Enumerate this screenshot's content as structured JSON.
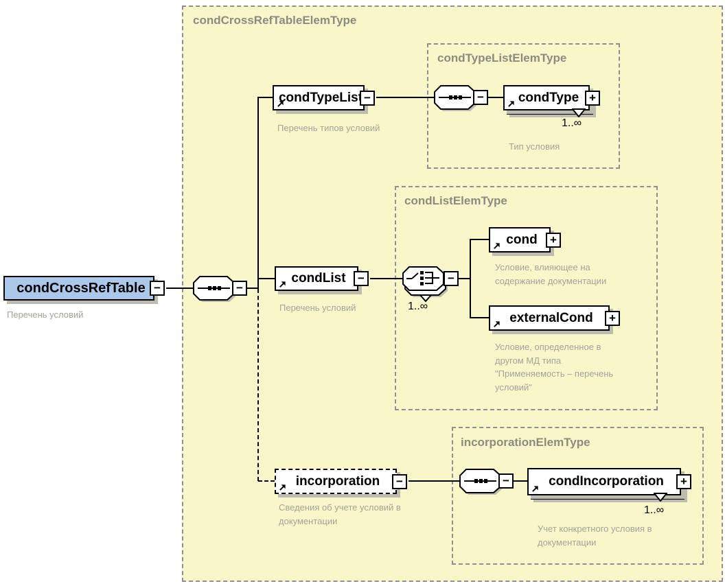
{
  "controls": {
    "collapse": "−",
    "expand": "+"
  },
  "root": {
    "name": "condCrossRefTable",
    "annotation": "Перечень условий"
  },
  "main_type": {
    "title": "condCrossRefTableElemType"
  },
  "cond_type_list": {
    "name": "condTypeList",
    "annotation": "Перечень типов условий"
  },
  "cond_type_list_type": {
    "title": "condTypeListElemType",
    "cond_type": {
      "name": "condType",
      "occurs": "1..∞",
      "annotation": "Тип условия"
    }
  },
  "cond_list": {
    "name": "condList",
    "annotation": "Перечень условий"
  },
  "cond_list_type": {
    "title": "condListElemType",
    "choice_occurs": "1..∞",
    "cond": {
      "name": "cond",
      "annotation": "Условие, влияющее на\nсодержание документации"
    },
    "external_cond": {
      "name": "externalCond",
      "annotation": "Условие, определенное в\nдругом МД типа\n\"Применяемость – перечень\nусловий\""
    }
  },
  "incorporation": {
    "name": "incorporation",
    "annotation": "Сведения об учете условий в\nдокументации"
  },
  "incorporation_type": {
    "title": "incorporationElemType",
    "cond_incorporation": {
      "name": "condIncorporation",
      "occurs": "1..∞",
      "annotation": "Учет конкретного условия в\nдокументации"
    }
  }
}
